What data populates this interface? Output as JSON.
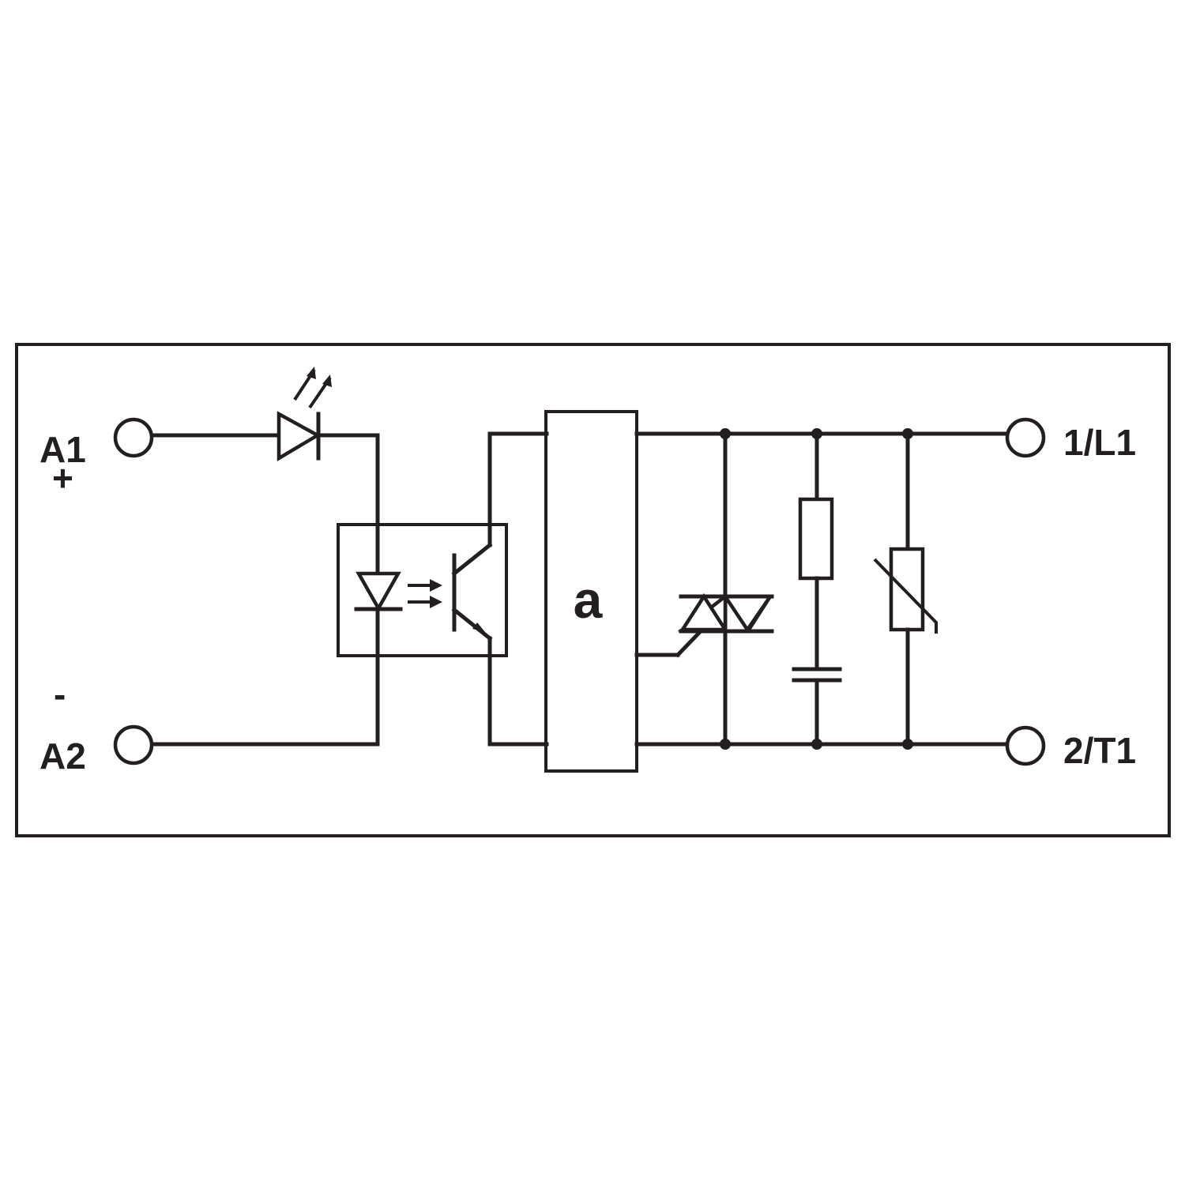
{
  "terminals": {
    "a1": "A1",
    "a1_sign": "+",
    "a2": "A2",
    "a2_sign": "-",
    "l1": "1/L1",
    "t1": "2/T1"
  },
  "block_label": "a"
}
